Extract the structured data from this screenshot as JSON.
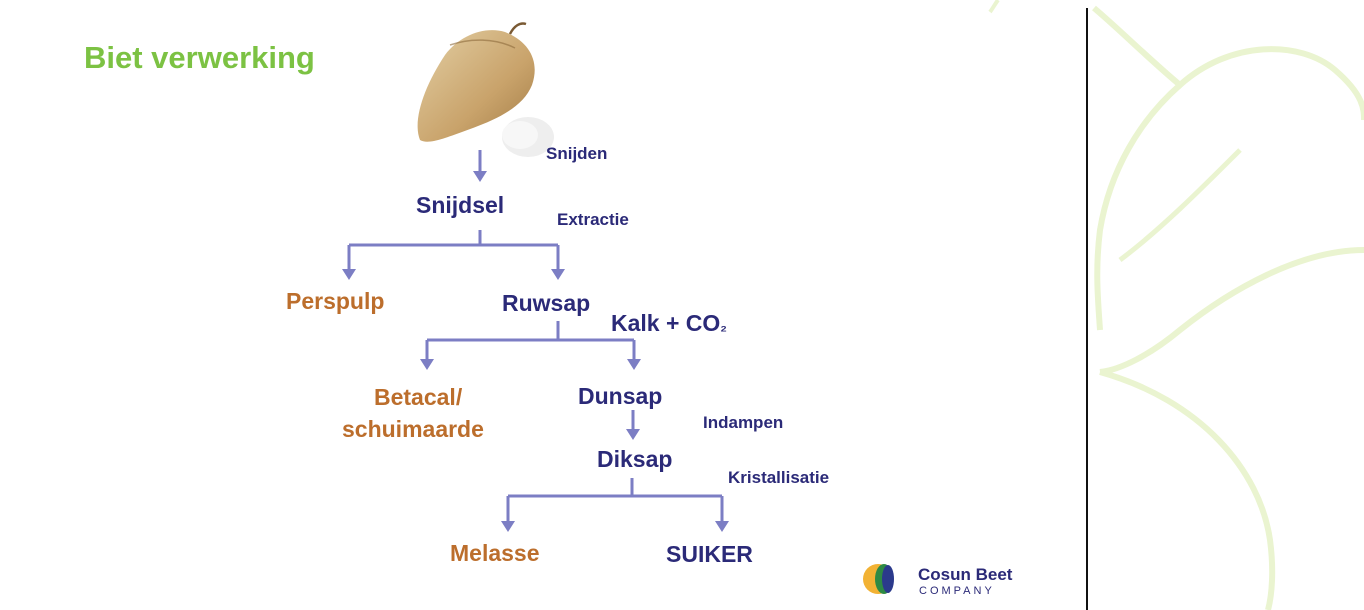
{
  "title": "Biet verwerking",
  "colors": {
    "title": "#7cc243",
    "main_product": "#2b2a78",
    "by_product": "#bc6e2c",
    "arrows": "#7c7ec4",
    "deco": "#eaf4d0"
  },
  "steps": {
    "snijden": "Snijden",
    "extractie": "Extractie",
    "kalk_prefix": "Kalk + CO",
    "kalk_sub": "₂",
    "indampen": "Indampen",
    "kristallisatie": "Kristallisatie"
  },
  "products": {
    "snijdsel": "Snijdsel",
    "perspulp": "Perspulp",
    "ruwsap": "Ruwsap",
    "betacal_line1": "Betacal/",
    "betacal_line2": "schuimaarde",
    "dunsap": "Dunsap",
    "diksap": "Diksap",
    "melasse": "Melasse",
    "suiker": "SUIKER"
  },
  "logo": {
    "name": "Cosun Beet",
    "sub": "COMPANY"
  }
}
